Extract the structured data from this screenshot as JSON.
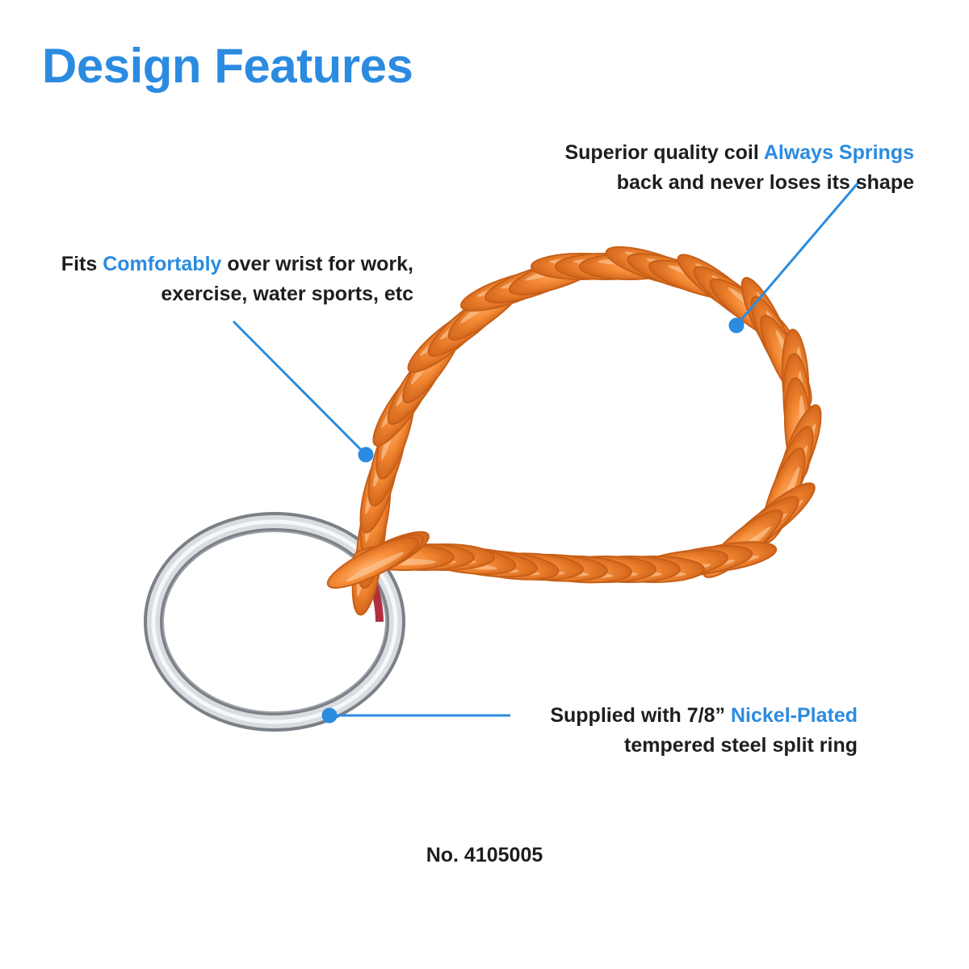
{
  "title": "Design Features",
  "callouts": {
    "comfort": {
      "line1_pre": "Fits ",
      "line1_hl": "Comfortably",
      "line1_post": " over wrist for work,",
      "line2": "exercise, water sports, etc"
    },
    "coil": {
      "line1_pre": "Superior quality coil ",
      "line1_hl": "Always Springs",
      "line2": "back and never loses its shape"
    },
    "ring": {
      "line1_pre": "Supplied with 7/8” ",
      "line1_hl": "Nickel-Plated",
      "line2": "tempered steel split ring"
    }
  },
  "product_number": "No. 4105005",
  "colors": {
    "accent": "#2b8be0",
    "text": "#1e1e1e",
    "coil": "#f07f2a",
    "ring": "#c9ccd1"
  }
}
